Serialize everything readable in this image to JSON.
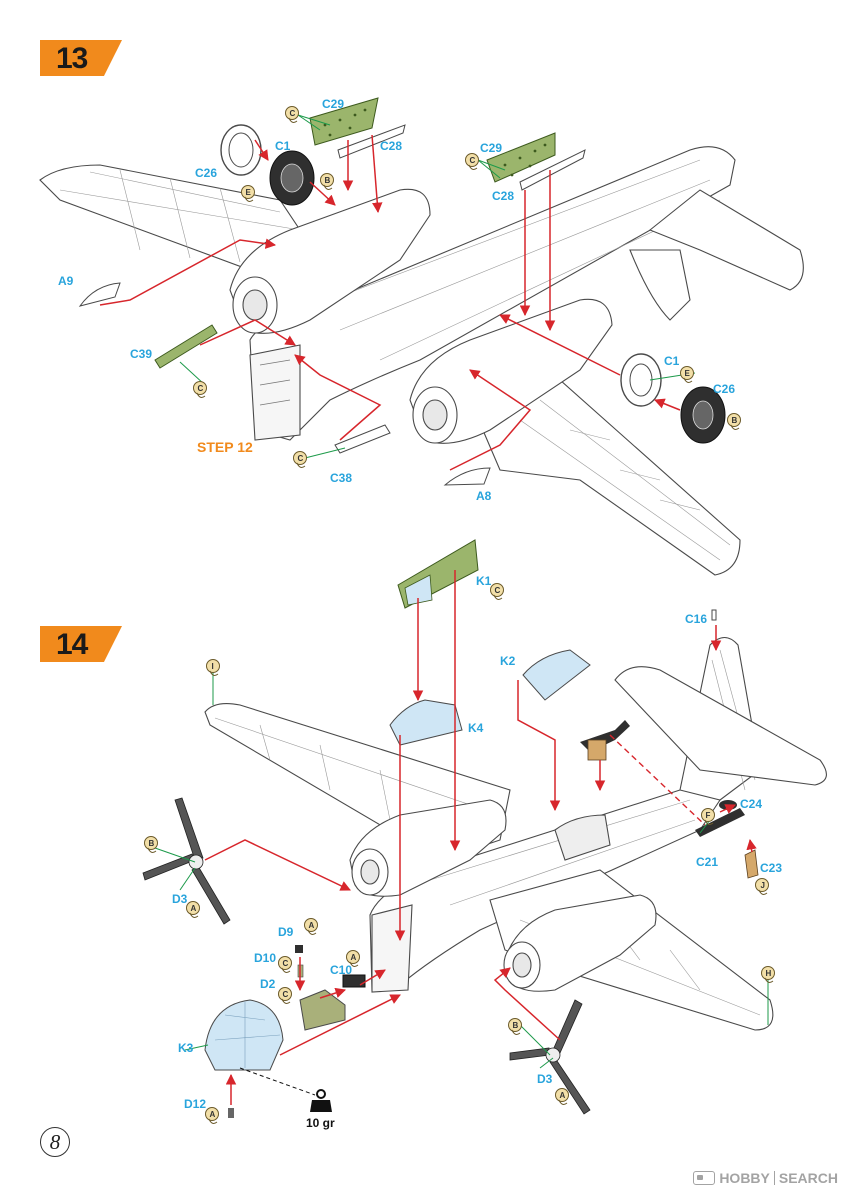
{
  "steps": [
    {
      "number": "13"
    },
    {
      "number": "14"
    }
  ],
  "step13": {
    "reference": "STEP 12",
    "parts": {
      "c29_left": "C29",
      "c28_left": "C28",
      "c1_left": "C1",
      "c26_left": "C26",
      "a9": "A9",
      "c39": "C39",
      "c38": "C38",
      "c29_right": "C29",
      "c28_right": "C28",
      "c1_right": "C1",
      "c26_right": "C26",
      "a8": "A8"
    },
    "sprues": {
      "c29_left": "C",
      "c1_left": "B",
      "c26_left": "E",
      "c39": "C",
      "c38": "C",
      "c29_right": "C",
      "c1_right": "E",
      "c26_right": "B"
    }
  },
  "step14": {
    "parts": {
      "k1": "K1",
      "k2": "K2",
      "k4": "K4",
      "c16": "C16",
      "c24": "C24",
      "c21": "C21",
      "c23": "C23",
      "d3_left": "D3",
      "d3_right": "D3",
      "d9": "D9",
      "d10": "D10",
      "d2": "D2",
      "c10": "C10",
      "k3": "K3",
      "d12": "D12"
    },
    "sprues": {
      "k1": "C",
      "i": "I",
      "prop_left": "B",
      "d3_left": "A",
      "d9": "A",
      "d10": "C",
      "d2": "C",
      "c10": "A",
      "d12": "A",
      "c24": "F",
      "c23": "J",
      "h": "H",
      "prop_right": "B",
      "d3_right": "A"
    },
    "nose_weight": "10 gr"
  },
  "page_number": "8",
  "watermark": {
    "brand": "HOBBY",
    "suffix": "SEARCH"
  },
  "colors": {
    "step_badge": "#f18a1c",
    "part_label": "#29a4dc",
    "arrow": "#d7262c",
    "leader": "#1c9a4a",
    "sprue_tag": "#f2dfa8",
    "photo_etch": "#9bb56c",
    "canopy": "#cfe6f5",
    "interior_green": "#a9b07a"
  },
  "icons": [
    "weight-icon",
    "sprue-tag-icon",
    "step-badge"
  ]
}
